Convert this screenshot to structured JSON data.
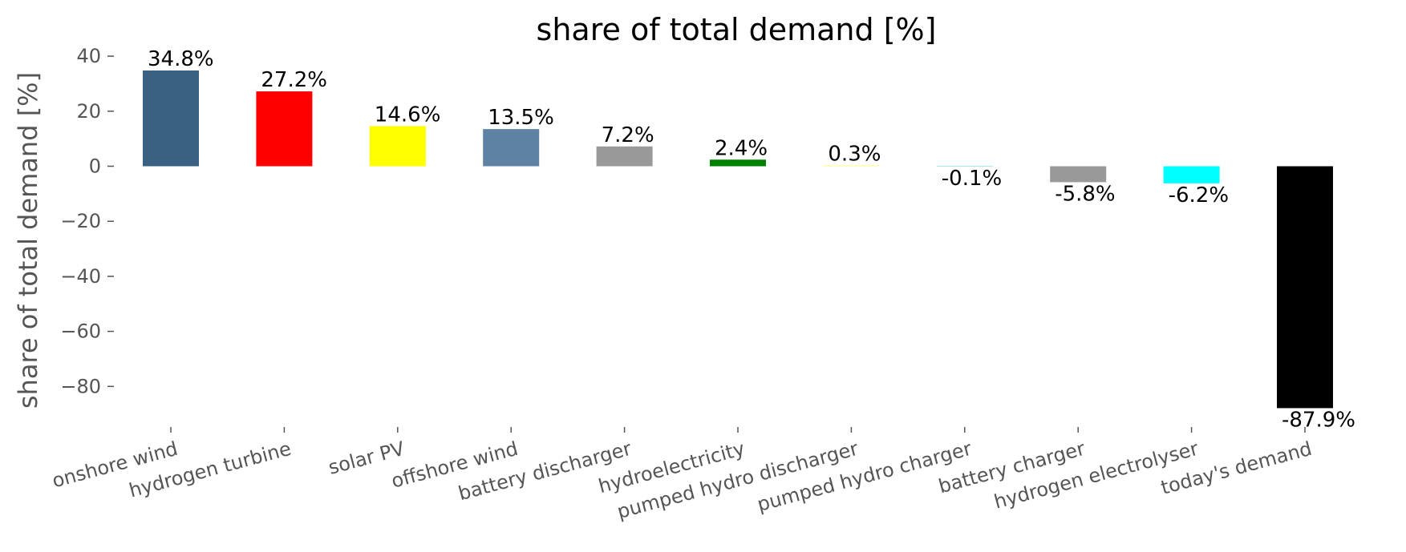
{
  "chart_data": {
    "type": "bar",
    "title": "share of total demand [%]",
    "xlabel": "",
    "ylabel": "share of total demand [%]",
    "ylim": [
      -95,
      42
    ],
    "yticks": [
      40,
      20,
      0,
      -20,
      -40,
      -60,
      -80
    ],
    "ytick_labels": [
      "40",
      "20",
      "0",
      "−20",
      "−40",
      "−60",
      "−80"
    ],
    "grid": false,
    "categories": [
      "onshore wind",
      "hydrogen turbine",
      "solar PV",
      "offshore wind",
      "battery discharger",
      "hydroelectricity",
      "pumped hydro discharger",
      "pumped hydro charger",
      "battery charger",
      "hydrogen electrolyser",
      "today's demand"
    ],
    "values": [
      34.8,
      27.2,
      14.6,
      13.5,
      7.2,
      2.4,
      0.3,
      -0.1,
      -5.8,
      -6.2,
      -87.9
    ],
    "value_labels": [
      "34.8%",
      "27.2%",
      "14.6%",
      "13.5%",
      "7.2%",
      "2.4%",
      "0.3%",
      "-0.1%",
      "-5.8%",
      "-6.2%",
      "-87.9%"
    ],
    "colors": [
      "#3b6182",
      "#ff0000",
      "#ffff00",
      "#5d82a3",
      "#999999",
      "#008000",
      "#ffff80",
      "#51dbcc",
      "#999999",
      "#00ffff",
      "#000000"
    ]
  }
}
